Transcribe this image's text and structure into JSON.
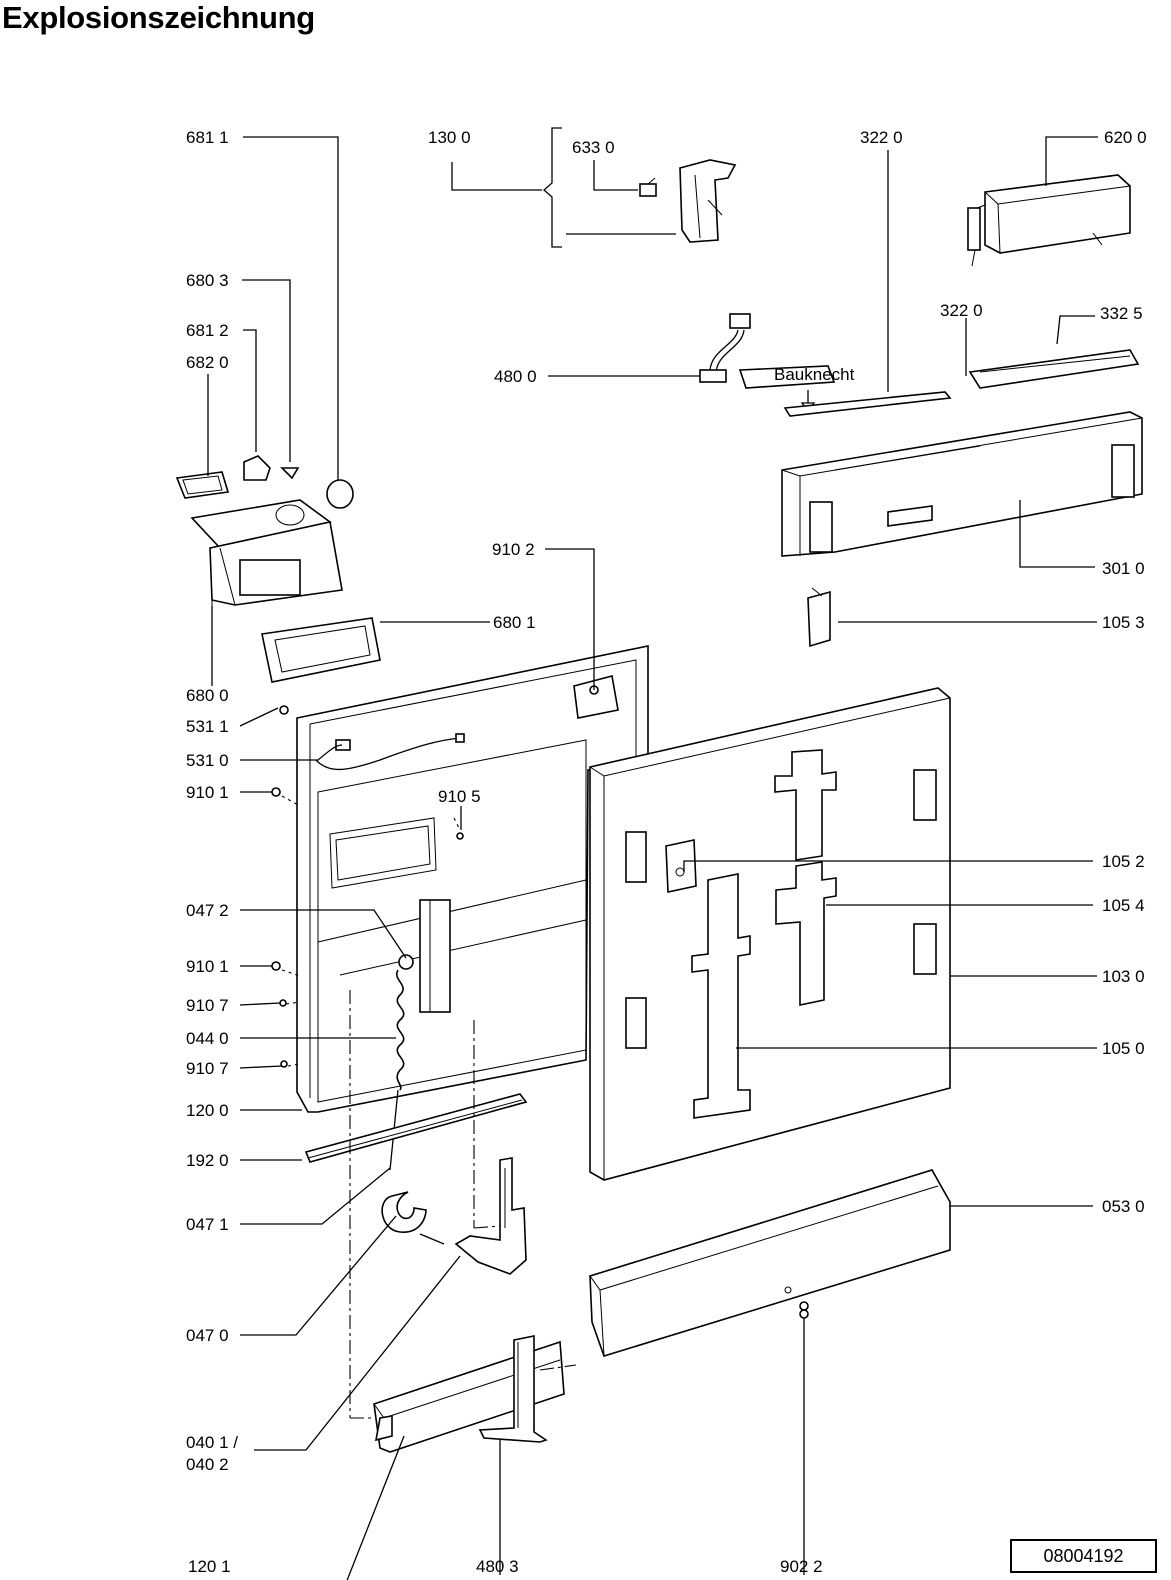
{
  "title": "Explosionszeichnung",
  "document_number": "08004192",
  "labels": {
    "l6811": "681 1",
    "l1300": "130 0",
    "l6330": "633 0",
    "l3220a": "322 0",
    "l6200": "620 0",
    "l6803": "680 3",
    "l6812": "681 2",
    "l6820": "682 0",
    "l3220b": "322  0",
    "l3325": "332  5",
    "l4800": "480 0",
    "l9102": "910 2",
    "l3010": "301 0",
    "l6801": "680 1",
    "l1053": "105 3",
    "l6800": "680 0",
    "l5311": "531 1",
    "l5310": "531 0",
    "l9101a": "910 1",
    "l9105": "910 5",
    "l1052": "105 2",
    "l0472": "047 2",
    "l1054": "105 4",
    "l9101b": "910 1",
    "l1030": "103 0",
    "l9107a": "910 7",
    "l0440": "044 0",
    "l1050": "105 0",
    "l9107b": "910 7",
    "l1200": "120 0",
    "l1920": "192 0",
    "l0530": "053 0",
    "l0471": "047 1",
    "l0470": "047 0",
    "l0401": "040 1 /",
    "l0402": "040 2",
    "l1201": "120 1",
    "l4803": "480 3",
    "l9022": "902 2"
  }
}
